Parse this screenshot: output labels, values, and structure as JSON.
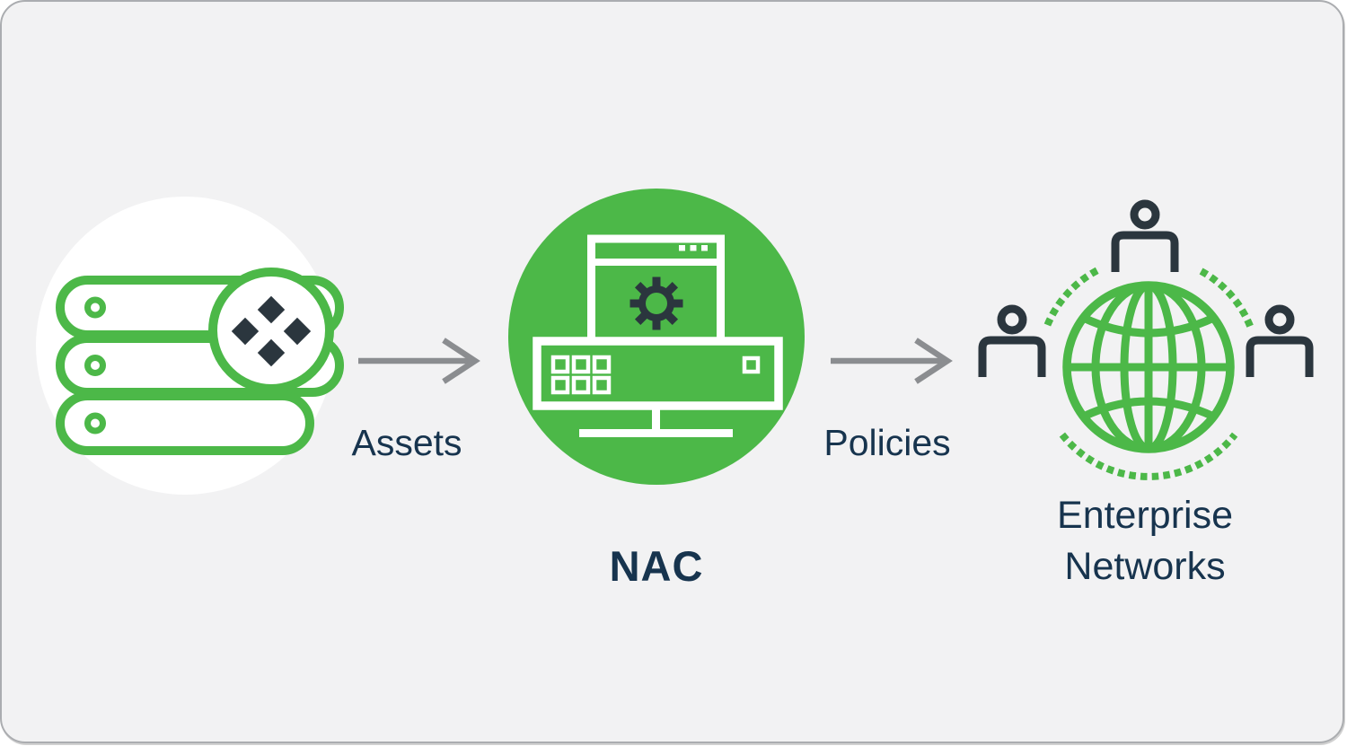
{
  "colors": {
    "background": "#f2f2f3",
    "border": "#abadb0",
    "green": "#4cb848",
    "dark": "#2b363e",
    "text": "#17344e",
    "arrow": "#8b8d90",
    "white": "#ffffff"
  },
  "nodes": {
    "assets_source": {
      "icon": "server-stack-icon",
      "badge_icon": "four-diamonds-icon"
    },
    "nac": {
      "label": "NAC",
      "icon": "nac-console-icon"
    },
    "enterprise": {
      "label": "Enterprise\nNetworks",
      "icon": "globe-users-icon"
    }
  },
  "arrows": [
    {
      "label": "Assets",
      "from": "assets_source",
      "to": "nac"
    },
    {
      "label": "Policies",
      "from": "nac",
      "to": "enterprise"
    }
  ]
}
